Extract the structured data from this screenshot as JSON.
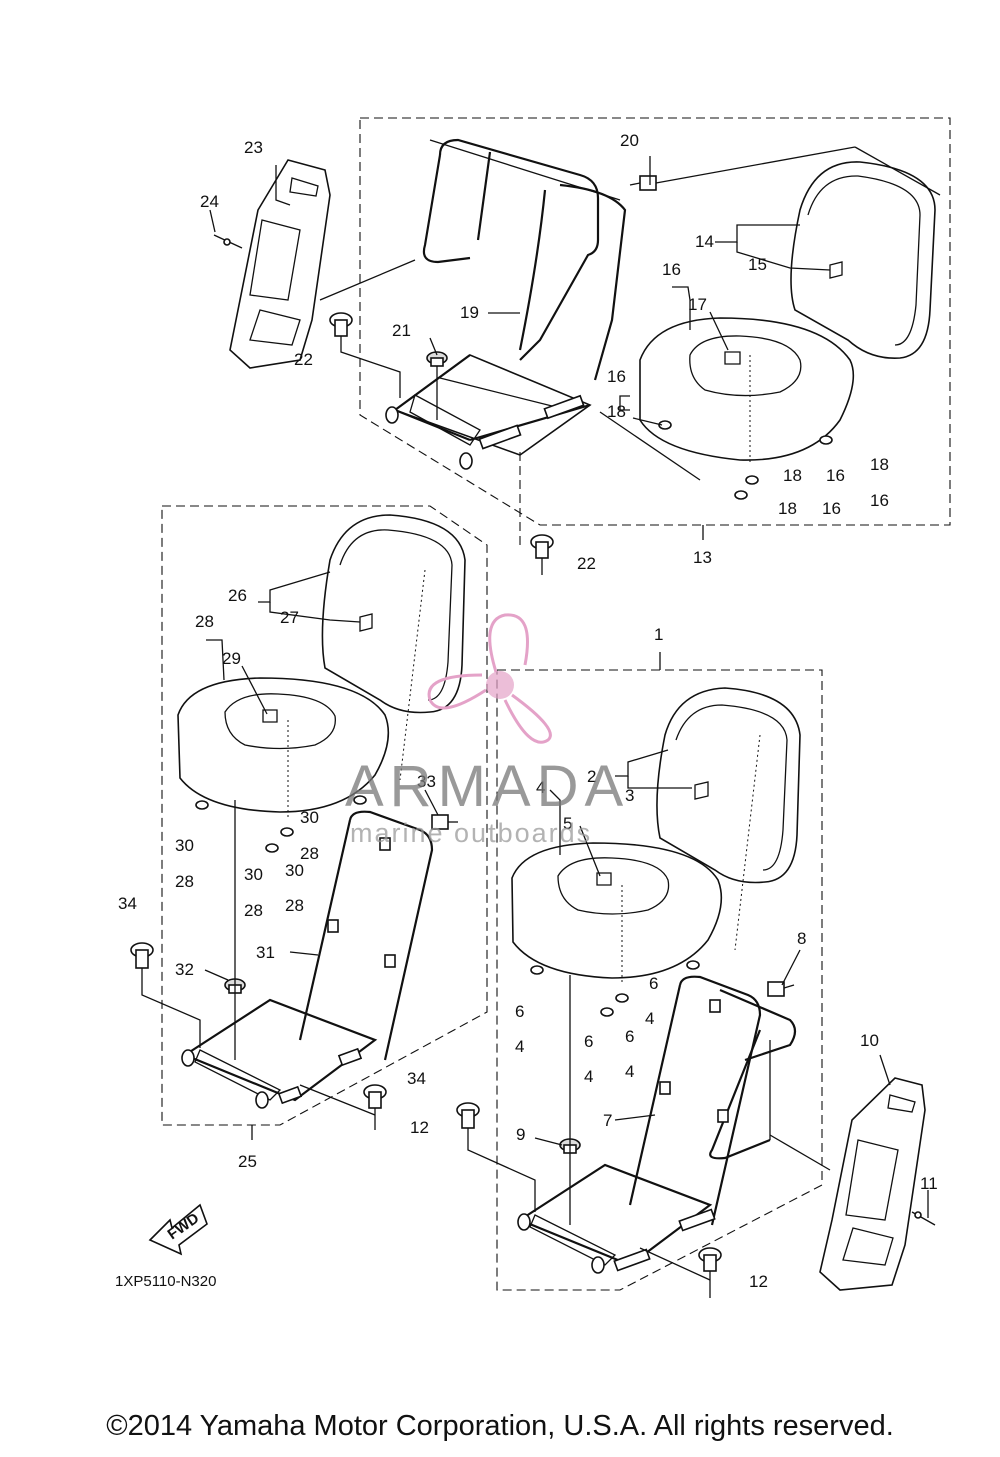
{
  "diagram": {
    "callouts": [
      "1",
      "2",
      "3",
      "4",
      "5",
      "6",
      "7",
      "8",
      "9",
      "10",
      "11",
      "12",
      "13",
      "14",
      "15",
      "16",
      "17",
      "18",
      "19",
      "20",
      "21",
      "22",
      "23",
      "24",
      "25",
      "26",
      "27",
      "28",
      "29",
      "30",
      "31",
      "32",
      "33",
      "34"
    ],
    "reference_code": "1XP5110-N320",
    "fwd_label": "FWD"
  },
  "watermark": {
    "brand": "ARMADA",
    "tagline": "marine outboards",
    "logo_color": "#e4a2c8"
  },
  "footer": {
    "copyright": "©2014 Yamaha Motor Corporation, U.S.A. All rights reserved."
  }
}
